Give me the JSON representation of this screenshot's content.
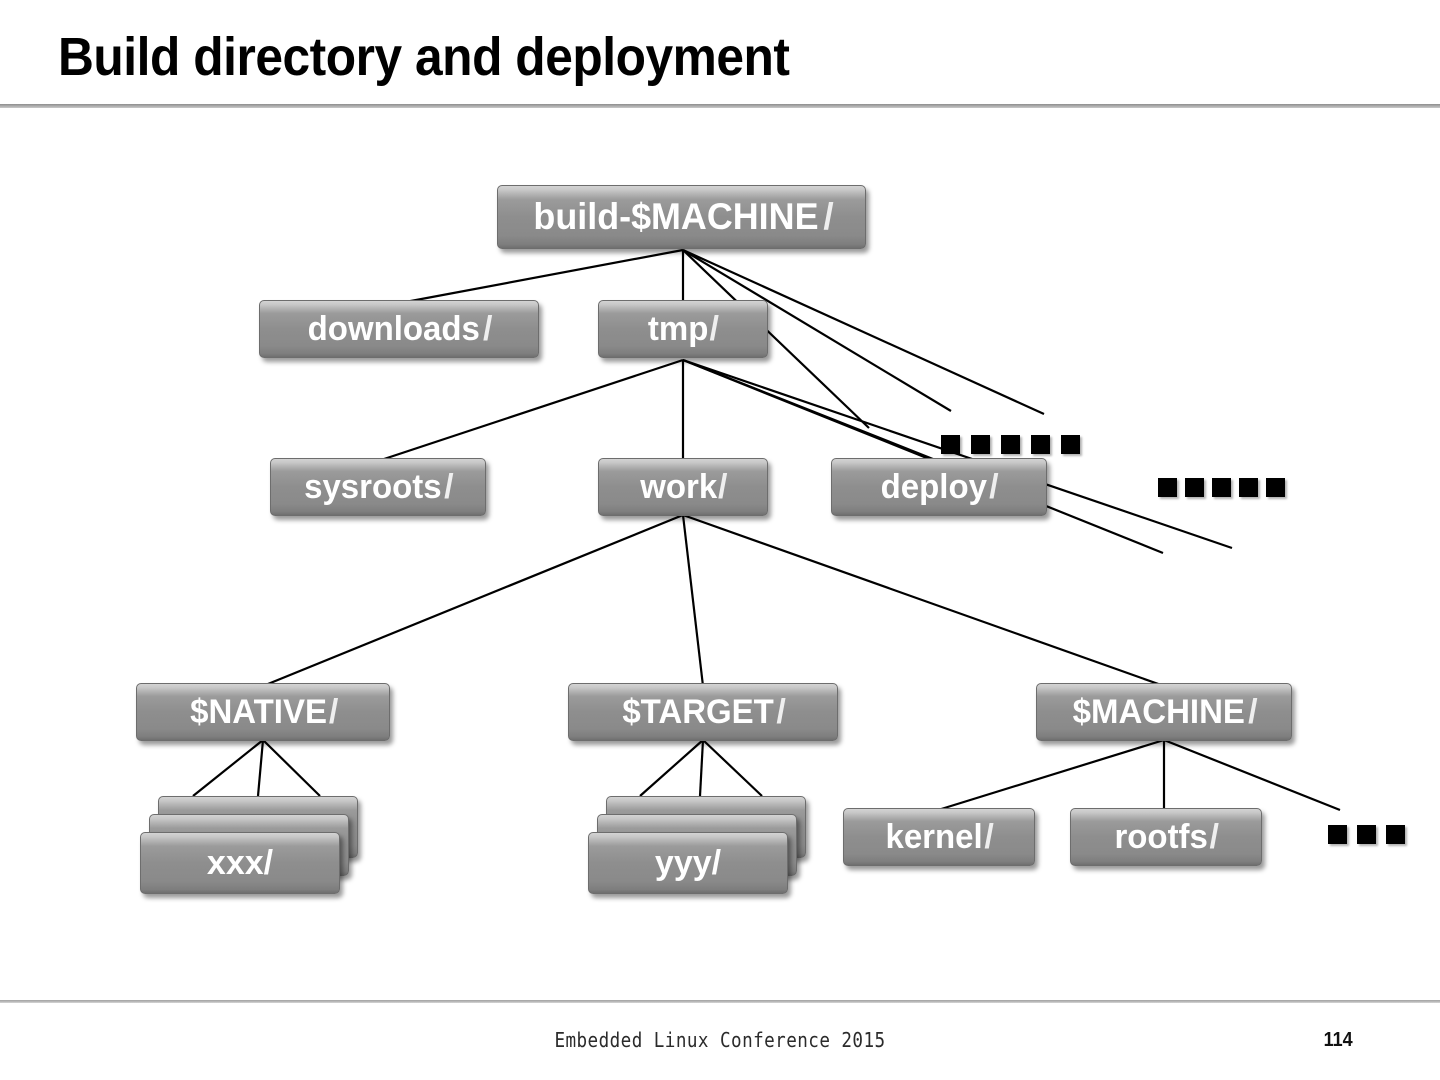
{
  "slide": {
    "title": "Build directory and deployment",
    "footer_text": "Embedded Linux Conference 2015",
    "page_number": "114"
  },
  "colors": {
    "node_fill_top": "#d3d3d3",
    "node_fill_bottom": "#6f6f6f",
    "node_border": "#6d6d6d",
    "node_text": "#ffffff",
    "edge_line": "#000000",
    "rule": "#a9a9a9",
    "background": "#ffffff"
  },
  "diagram": {
    "type": "tree",
    "nodes": [
      {
        "id": "build",
        "label": "build-$MACHINE",
        "slash": "/",
        "level": 0
      },
      {
        "id": "downloads",
        "label": "downloads",
        "slash": "/",
        "level": 1
      },
      {
        "id": "tmp",
        "label": "tmp",
        "slash": "/",
        "level": 1
      },
      {
        "id": "sysroots",
        "label": "sysroots",
        "slash": "/",
        "level": 2
      },
      {
        "id": "work",
        "label": "work",
        "slash": "/",
        "level": 2
      },
      {
        "id": "deploy",
        "label": "deploy",
        "slash": "/",
        "level": 2
      },
      {
        "id": "native",
        "label": "$NATIVE",
        "slash": "/",
        "level": 3
      },
      {
        "id": "target",
        "label": "$TARGET",
        "slash": "/",
        "level": 3
      },
      {
        "id": "machine",
        "label": "$MACHINE",
        "slash": "/",
        "level": 3
      },
      {
        "id": "xxx",
        "label": "xxx",
        "slash": "/",
        "level": 4,
        "stacked": true
      },
      {
        "id": "yyy",
        "label": "yyy",
        "slash": "/",
        "level": 4,
        "stacked": true
      },
      {
        "id": "kernel",
        "label": "kernel",
        "slash": "/",
        "level": 4
      },
      {
        "id": "rootfs",
        "label": "rootfs",
        "slash": "/",
        "level": 4
      }
    ],
    "edges": [
      {
        "from": "build",
        "to": "downloads"
      },
      {
        "from": "build",
        "to": "tmp"
      },
      {
        "from": "build",
        "to": "more-1"
      },
      {
        "from": "build",
        "to": "more-1"
      },
      {
        "from": "build",
        "to": "more-1"
      },
      {
        "from": "tmp",
        "to": "sysroots"
      },
      {
        "from": "tmp",
        "to": "work"
      },
      {
        "from": "tmp",
        "to": "deploy"
      },
      {
        "from": "tmp",
        "to": "more-2"
      },
      {
        "from": "tmp",
        "to": "more-2"
      },
      {
        "from": "work",
        "to": "native"
      },
      {
        "from": "work",
        "to": "target"
      },
      {
        "from": "work",
        "to": "machine"
      },
      {
        "from": "native",
        "to": "xxx"
      },
      {
        "from": "target",
        "to": "yyy"
      },
      {
        "from": "machine",
        "to": "kernel"
      },
      {
        "from": "machine",
        "to": "rootfs"
      },
      {
        "from": "machine",
        "to": "more-3"
      }
    ],
    "ellipses": [
      {
        "id": "more-1",
        "count": 5
      },
      {
        "id": "more-2",
        "count": 5
      },
      {
        "id": "more-3",
        "count": 3
      }
    ]
  }
}
